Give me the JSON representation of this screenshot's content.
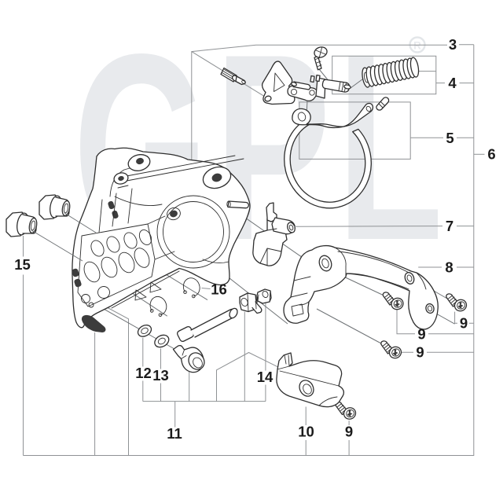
{
  "diagram": {
    "type": "exploded-parts-diagram",
    "background_color": "#ffffff",
    "line_color": "#2e2e2e",
    "leader_color": "#8f9295",
    "label_color": "#1b1b1b",
    "watermark": {
      "text": "GPL",
      "registered_mark": "R",
      "color": "#e8eaed"
    },
    "labels": [
      {
        "text": "3"
      },
      {
        "text": "4"
      },
      {
        "text": "5"
      },
      {
        "text": "6"
      },
      {
        "text": "7"
      },
      {
        "text": "8"
      },
      {
        "text": "9"
      },
      {
        "text": "9"
      },
      {
        "text": "9"
      },
      {
        "text": "9"
      },
      {
        "text": "10"
      },
      {
        "text": "11"
      },
      {
        "text": "12"
      },
      {
        "text": "13"
      },
      {
        "text": "14"
      },
      {
        "text": "15"
      },
      {
        "text": "16"
      }
    ]
  }
}
